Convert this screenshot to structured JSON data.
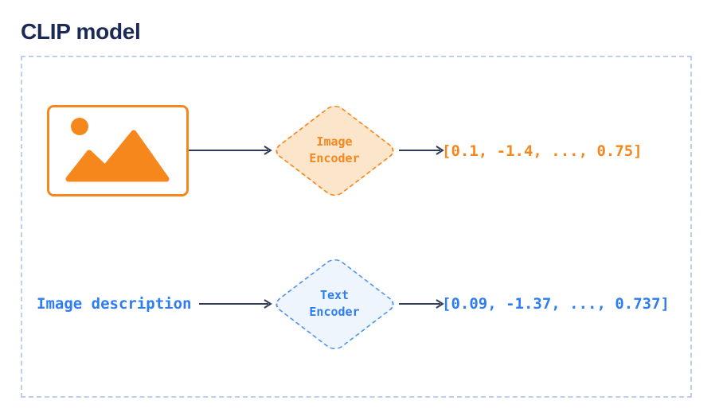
{
  "title": "CLIP model",
  "colors": {
    "title": "#1B2A55",
    "orange": "#F5871D",
    "orange_fill": "#FBE5CB",
    "blue": "#2E7DF2",
    "blue_border": "#5596F0",
    "blue_fill": "#EFF5FD",
    "arrow": "#2E3C57",
    "frame_border": "#C0CDF0",
    "background": "#FFFFFF"
  },
  "rows": [
    {
      "input_icon": "image-placeholder-icon",
      "encoder_label": "Image\nEncoder",
      "output": "[0.1, -1.4, ..., 0.75]"
    },
    {
      "input_label": "Image description",
      "encoder_label": "Text\nEncoder",
      "output": "[0.09, -1.37, ..., 0.737]"
    }
  ]
}
